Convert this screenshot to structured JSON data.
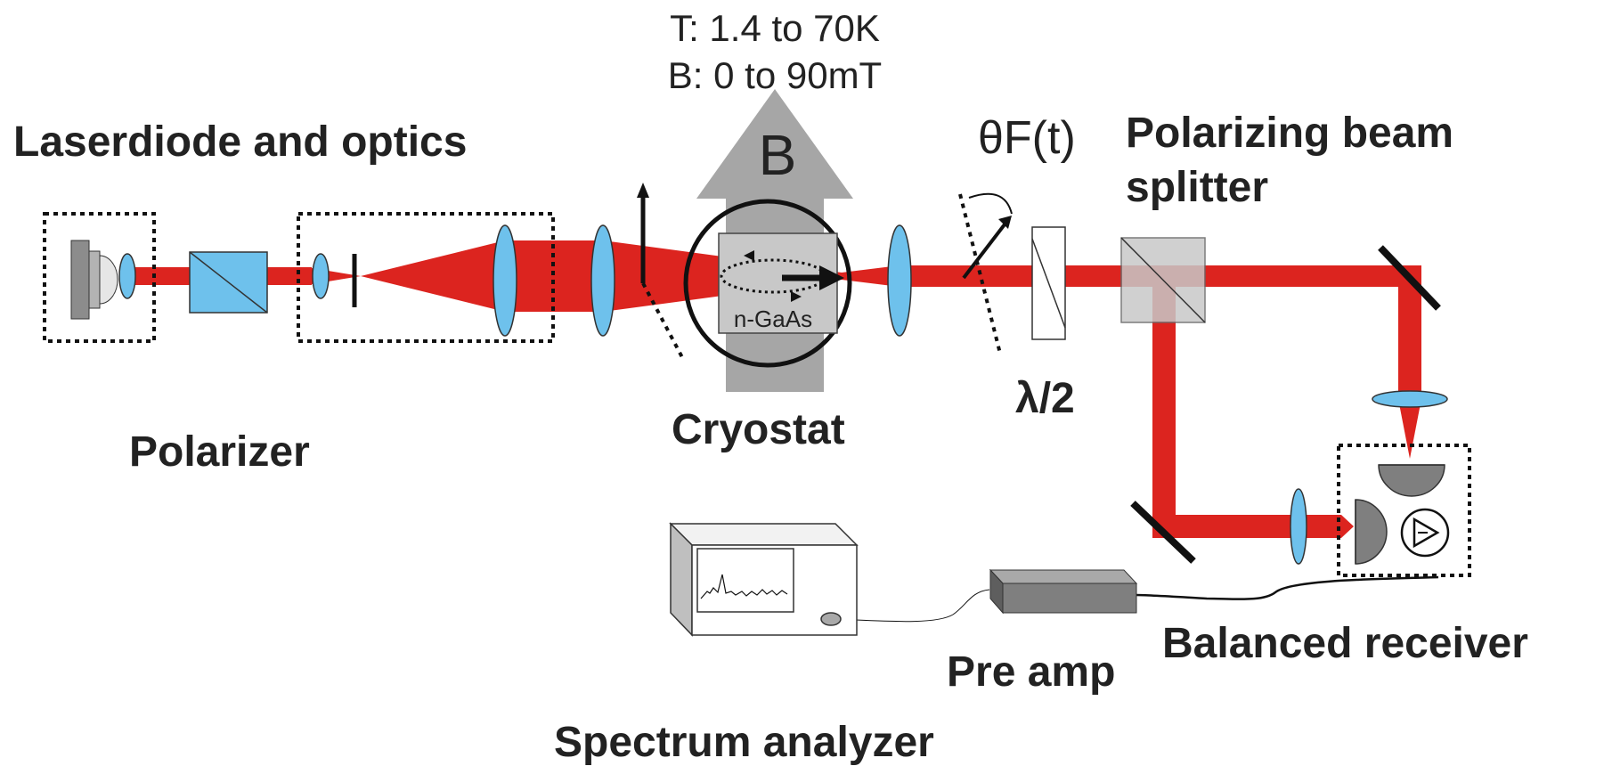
{
  "labels": {
    "laserdiode": "Laserdiode and optics",
    "polarizer": "Polarizer",
    "temperature": "T: 1.4 to 70K",
    "field_range": "B: 0 to 90mT",
    "field_symbol": "B",
    "sample": "n-GaAs",
    "cryostat": "Cryostat",
    "faraday_angle": "θF(t)",
    "half_wave": "λ/2",
    "pbs_line1": "Polarizing beam",
    "pbs_line2": "splitter",
    "balanced_receiver": "Balanced receiver",
    "pre_amp": "Pre amp",
    "spectrum_analyzer": "Spectrum analyzer"
  },
  "colors": {
    "beam": "#dc241f",
    "lens": "#6ec1ec",
    "field_arrow": "#a6a6a6",
    "optic_gray": "#c8c8c8",
    "device_gray": "#7f7f7f"
  }
}
